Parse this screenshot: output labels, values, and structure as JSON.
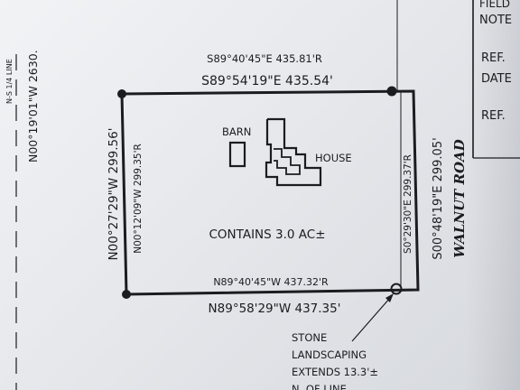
{
  "survey": {
    "bearings": {
      "top_record": "S89°40'45\"E 435.81'R",
      "top_measured": "S89°54'19\"E 435.54'",
      "bottom_record": "N89°40'45\"W 437.32'R",
      "bottom_measured": "N89°58'29\"W 437.35'",
      "left_measured": "N00°27'29\"W 299.56'",
      "left_record": "N00°12'09\"W 299.35'R",
      "right_record": "S0°29'30\"E 299.37'R",
      "right_measured": "S00°48'19\"E 299.05'",
      "far_left": "N00°19'01\"W 2630.",
      "far_left_small": "N-S 1/4 LINE"
    },
    "labels": {
      "barn": "BARN",
      "house": "HOUSE",
      "area": "CONTAINS 3.0 AC±",
      "road": "WALNUT ROAD"
    },
    "note_lines": [
      "STONE",
      "LANDSCAPING",
      "EXTENDS 13.3'±",
      "N. OF LINE"
    ],
    "title_block": [
      "FIELD",
      "NOTE",
      "REF.",
      "DATE",
      "REF."
    ]
  }
}
